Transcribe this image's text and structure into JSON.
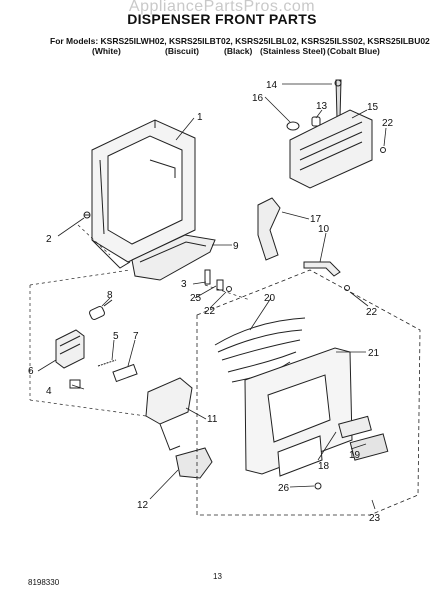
{
  "watermark": "AppliancePartsPros.com",
  "title": "DISPENSER FRONT PARTS",
  "models_line": "For Models: KSRS25ILWH02, KSRS25ILBT02, KSRS25ILBL02, KSRS25ILSS02, KSRS25ILBU02",
  "variants": [
    "(White)",
    "(Biscuit)",
    "(Black)",
    "(Stainless Steel)",
    "(Cobalt Blue)"
  ],
  "callouts": [
    "1",
    "2",
    "3",
    "4",
    "5",
    "6",
    "7",
    "8",
    "9",
    "10",
    "11",
    "12",
    "13",
    "14",
    "15",
    "16",
    "17",
    "18",
    "19",
    "20",
    "21",
    "22",
    "22",
    "22",
    "23",
    "25",
    "26"
  ],
  "doc_number": "8198330",
  "page_number": "13"
}
